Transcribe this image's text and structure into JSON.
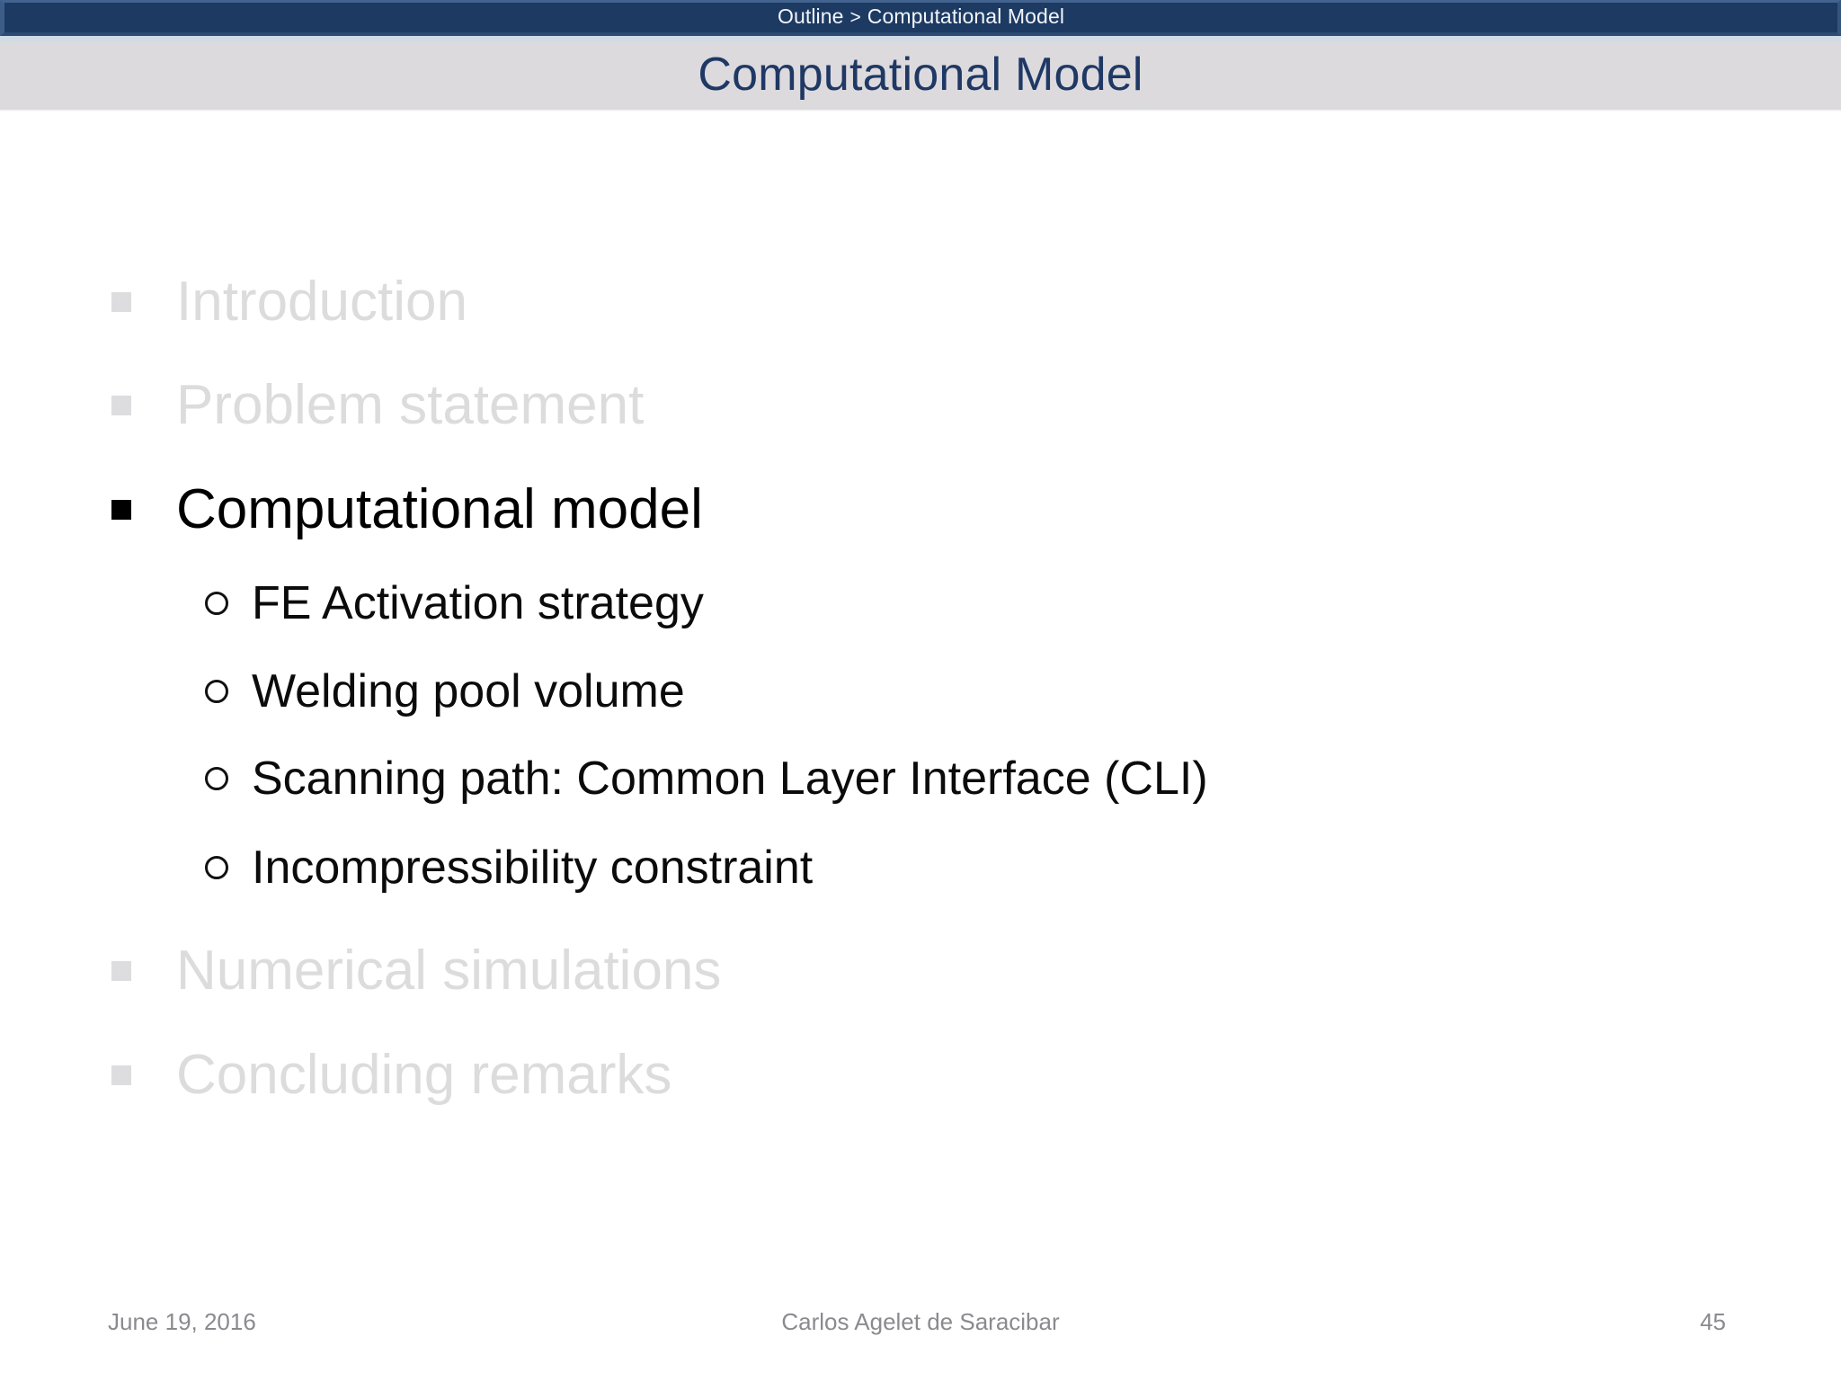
{
  "header": {
    "breadcrumb_full": "Outline > Computational Model",
    "breadcrumb_root": "Outline",
    "breadcrumb_separator": ">",
    "breadcrumb_current": "Computational Model",
    "title": "Computational Model",
    "bar_color": "#1d3a63",
    "title_band_color": "#dcdadd",
    "title_color": "#1f3864"
  },
  "outline": {
    "items": [
      {
        "label": "Introduction",
        "state": "dim",
        "bullet": "square-bullet"
      },
      {
        "label": "Problem statement",
        "state": "dim",
        "bullet": "square-bullet"
      },
      {
        "label": "Computational model",
        "state": "active",
        "bullet": "square-bullet"
      },
      {
        "label": "Numerical simulations",
        "state": "dim",
        "bullet": "square-bullet"
      },
      {
        "label": "Concluding remarks",
        "state": "dim",
        "bullet": "square-bullet"
      }
    ],
    "sub_items": [
      {
        "label": "FE Activation strategy",
        "bullet": "circle-bullet"
      },
      {
        "label": "Welding pool volume",
        "bullet": "circle-bullet"
      },
      {
        "label": "Scanning path: Common Layer Interface (CLI)",
        "bullet": "circle-bullet"
      },
      {
        "label": "Incompressibility constraint",
        "bullet": "circle-bullet"
      }
    ],
    "active_color": "#000000",
    "dim_color": "#dcdcdd"
  },
  "footer": {
    "date": "June 19, 2016",
    "author": "Carlos Agelet de Saracibar",
    "page_number": "45",
    "text_color": "#8a8a8f"
  }
}
